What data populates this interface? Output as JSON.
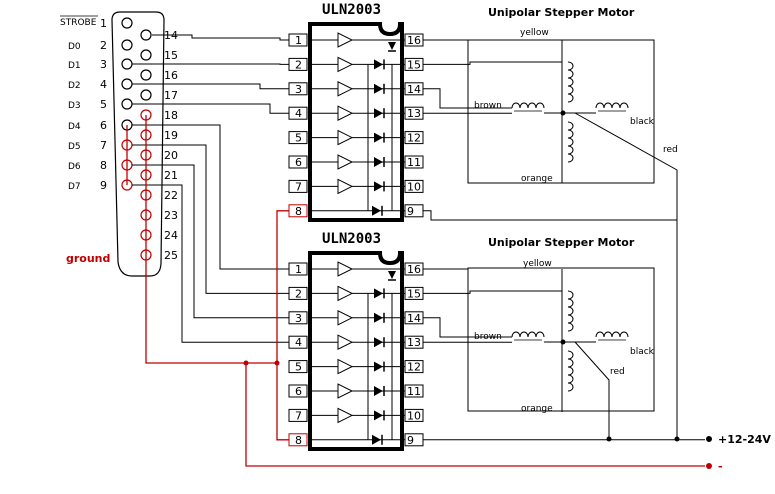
{
  "connector": {
    "strobe": "STROBE",
    "signals": [
      "D0",
      "D1",
      "D2",
      "D3",
      "D4",
      "D5",
      "D6",
      "D7"
    ],
    "pins_left": [
      "1",
      "2",
      "3",
      "4",
      "5",
      "6",
      "7",
      "8",
      "9"
    ],
    "pins_right": [
      "14",
      "15",
      "16",
      "17",
      "18",
      "19",
      "20",
      "21",
      "22",
      "23",
      "24",
      "25"
    ],
    "ground_label": "ground"
  },
  "chips": [
    {
      "title": "ULN2003",
      "left_pins": [
        "1",
        "2",
        "3",
        "4",
        "5",
        "6",
        "7",
        "8"
      ],
      "right_pins": [
        "16",
        "15",
        "14",
        "13",
        "12",
        "11",
        "10",
        "9"
      ]
    },
    {
      "title": "ULN2003",
      "left_pins": [
        "1",
        "2",
        "3",
        "4",
        "5",
        "6",
        "7",
        "8"
      ],
      "right_pins": [
        "16",
        "15",
        "14",
        "13",
        "12",
        "11",
        "10",
        "9"
      ]
    }
  ],
  "motors": [
    {
      "title": "Unipolar Stepper Motor",
      "wires": {
        "yellow": "yellow",
        "brown": "brown",
        "black": "black",
        "orange": "orange",
        "red": "red"
      }
    },
    {
      "title": "Unipolar Stepper Motor",
      "wires": {
        "yellow": "yellow",
        "brown": "brown",
        "black": "black",
        "orange": "orange",
        "red": "red"
      }
    }
  ],
  "power": {
    "positive": "+12-24V",
    "negative": "-"
  },
  "colors": {
    "ground": "#c00000",
    "wire": "#000000",
    "background": "#ffffff"
  }
}
